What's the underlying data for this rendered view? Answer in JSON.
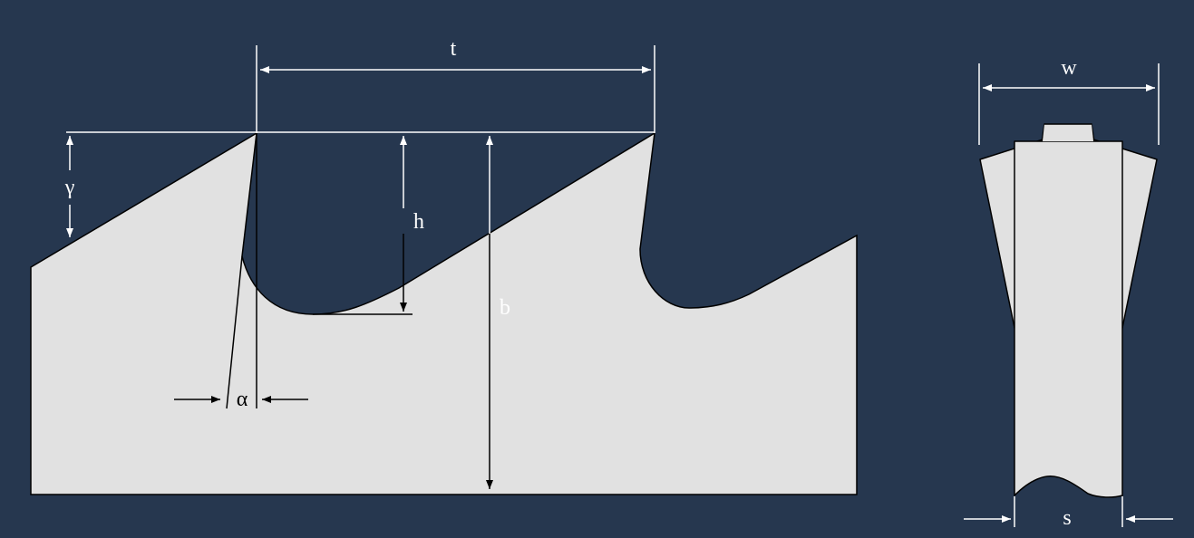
{
  "colors": {
    "background": "#26374f",
    "blade_fill": "#e1e1e1",
    "outline": "#000000",
    "dimension_lines": "#ffffff"
  },
  "labels": {
    "t": "t",
    "w": "w",
    "gamma": "γ",
    "h": "h",
    "b": "b",
    "alpha": "α",
    "s": "s"
  }
}
